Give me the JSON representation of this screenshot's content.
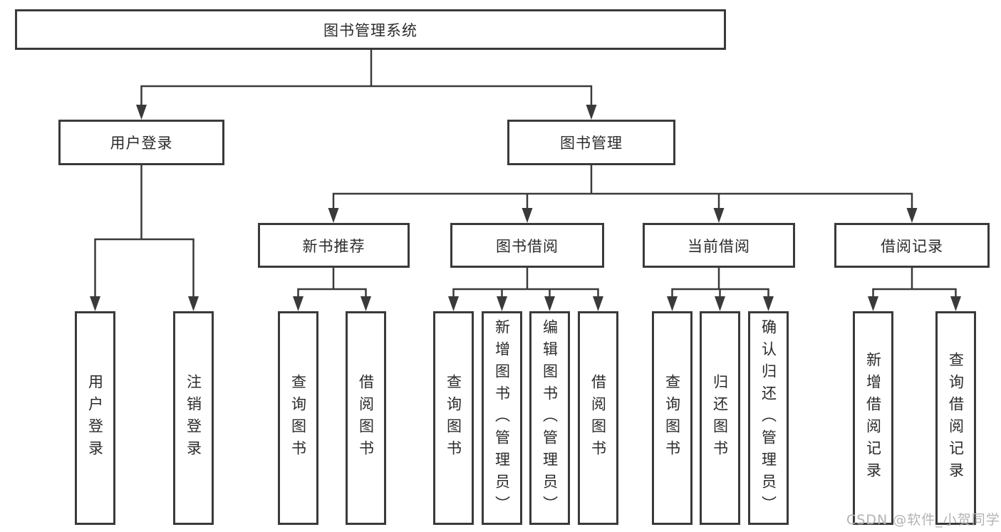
{
  "diagram": {
    "tree": {
      "label": "图书管理系统",
      "children": [
        {
          "label": "用户登录",
          "children": [
            {
              "label": "用户登录"
            },
            {
              "label": "注销登录"
            }
          ]
        },
        {
          "label": "图书管理",
          "children": [
            {
              "label": "新书推荐",
              "children": [
                {
                  "label": "查询图书"
                },
                {
                  "label": "借阅图书"
                }
              ]
            },
            {
              "label": "图书借阅",
              "children": [
                {
                  "label": "查询图书"
                },
                {
                  "label": "新增图书（管理员）"
                },
                {
                  "label": "编辑图书（管理员）"
                },
                {
                  "label": "借阅图书"
                }
              ]
            },
            {
              "label": "当前借阅",
              "children": [
                {
                  "label": "查询图书"
                },
                {
                  "label": "归还图书"
                },
                {
                  "label": "确认归还（管理员）"
                }
              ]
            },
            {
              "label": "借阅记录",
              "children": [
                {
                  "label": "新增借阅记录"
                },
                {
                  "label": "查询借阅记录"
                }
              ]
            }
          ]
        }
      ]
    },
    "colors": {
      "line": "#3a3a3a",
      "text": "#2b2b2b",
      "watermark": "#b3b3b3",
      "background": "#ffffff"
    }
  },
  "watermark": {
    "text": "CSDN @软件_小贺同学"
  }
}
